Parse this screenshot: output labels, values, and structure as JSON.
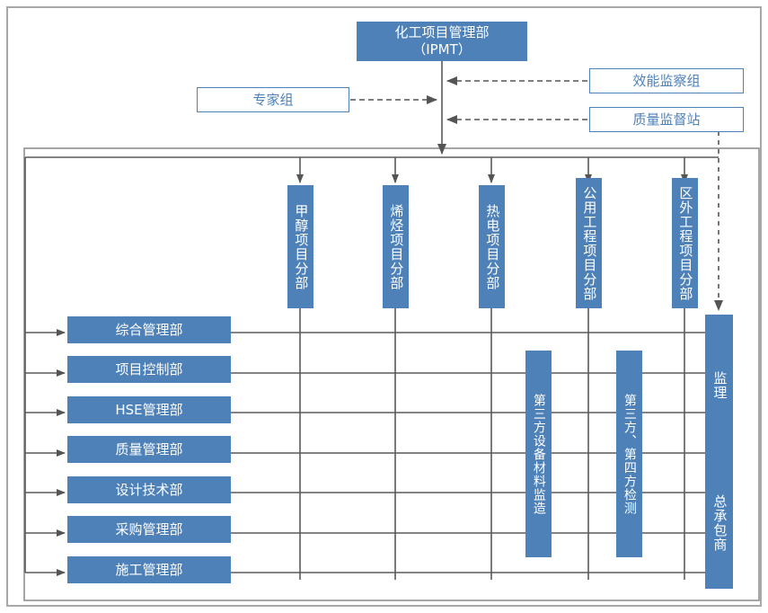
{
  "diagram": {
    "title_node": {
      "line1": "化工项目管理部",
      "line2": "（IPMT）"
    },
    "left_advisor": {
      "label": "专家组"
    },
    "right_advisors": [
      {
        "label": "效能监察组"
      },
      {
        "label": "质量监督站"
      }
    ],
    "project_departments": [
      {
        "label": "甲醇项目分部"
      },
      {
        "label": "烯烃项目分部"
      },
      {
        "label": "热电项目分部"
      },
      {
        "label": "公用工程项目分部"
      },
      {
        "label": "区外工程项目分部"
      }
    ],
    "functional_departments": [
      {
        "label": "综合管理部"
      },
      {
        "label": "项目控制部"
      },
      {
        "label": "HSE管理部"
      },
      {
        "label": "质量管理部"
      },
      {
        "label": "设计技术部"
      },
      {
        "label": "采购管理部"
      },
      {
        "label": "施工管理部"
      }
    ],
    "third_party_columns": [
      {
        "label": "第三方设备材料监造"
      },
      {
        "label": "第三方、第四方检测"
      }
    ],
    "right_column": {
      "top_label": "监理",
      "bottom_label": "总承包商"
    },
    "colors": {
      "fill": "#4e81b8",
      "outline": "#4e81b8",
      "line": "#5a5a5a",
      "frame": "#9a9a9a",
      "text_on_fill": "#ffffff",
      "text_outline": "#4e81b8"
    }
  }
}
